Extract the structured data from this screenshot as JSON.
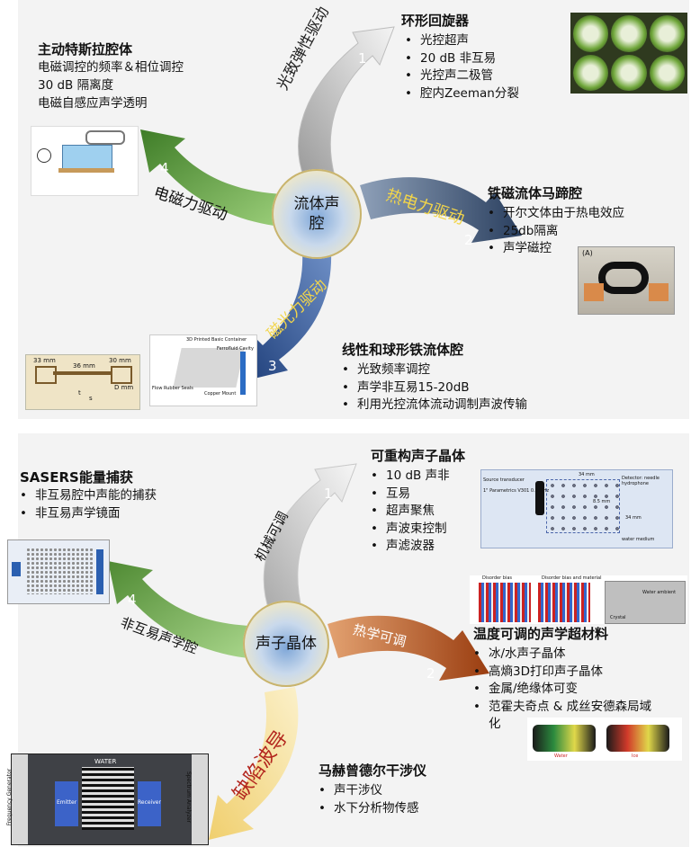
{
  "panel1": {
    "hub": "流体声腔",
    "arrows": {
      "a1": {
        "num": "1",
        "label": "光致弹性驱动"
      },
      "a2": {
        "num": "2",
        "label": "热电力驱动"
      },
      "a3": {
        "num": "3",
        "label": "磁光力驱动"
      },
      "a4": {
        "num": "4",
        "label": "电磁力驱动"
      }
    },
    "circulator": {
      "title": "环形回旋器",
      "items": [
        "光控超声",
        "20 dB 非互易",
        "光控声二极管",
        "腔内Zeeman分裂"
      ]
    },
    "ferro_horseshoe": {
      "title": "铁磁流体马蹄腔",
      "items": [
        "开尔文体由于热电效应",
        "25db隔离",
        "声学磁控"
      ]
    },
    "ferro_linear": {
      "title": "线性和球形铁流体腔",
      "items": [
        "光致频率调控",
        "声学非互易15-20dB",
        "利用光控流体流动调制声波传输"
      ]
    },
    "tesla": {
      "title": "主动特斯拉腔体",
      "lines": [
        "电磁调控的频率＆相位调控",
        "30 dB 隔离度",
        "电磁自感应声学透明"
      ]
    },
    "img_labels": {
      "tube_a": "33 mm",
      "tube_b": "36 mm",
      "tube_c": "30 mm",
      "tube_d": "D mm",
      "tube_e": "t",
      "tube_f": "s",
      "shoe_tag": "(A)",
      "cav_title": "3D Printed Basic Container",
      "cav_tag": "Ferrofluid Cavity",
      "cav_tag2": "Flow Rubber Seals",
      "cav_tag3": "Copper Mount"
    }
  },
  "panel2": {
    "hub": "声子晶体",
    "arrows": {
      "a1": {
        "num": "1",
        "label": "机械可调"
      },
      "a2": {
        "num": "2",
        "label": "热学可调"
      },
      "a3": {
        "label": "缺陷波导"
      },
      "a4": {
        "num": "4",
        "label": "非互易声学腔"
      }
    },
    "reconfig": {
      "title": "可重构声子晶体",
      "items": [
        "10 dB 声非",
        "互易",
        "超声聚焦",
        "声波束控制",
        "声滤波器"
      ]
    },
    "sasers": {
      "title": "SASERS能量捕获",
      "items": [
        "非互易腔中声能的捕获",
        "非互易声学镜面"
      ]
    },
    "thermal": {
      "title": "温度可调的声学超材料",
      "items": [
        "冰/水声子晶体",
        "高熵3D打印声子晶体",
        "金属/绝缘体可变",
        "范霍夫奇点 & 成丝安德森局域"
      ],
      "tail": "化"
    },
    "mz": {
      "title": "马赫曾德尔干涉仪",
      "items": [
        "声干涉仪",
        "水下分析物传感"
      ]
    },
    "img_labels": {
      "hyd1": "Source transducer",
      "hyd2": "1\" Parametrics V301 0.5 MHz",
      "hyd3": "Detector: needle hydrophone",
      "hyd4": "34 mm",
      "hyd5": "8.5 mm",
      "hyd6": "34 mm",
      "hyd7": "water medium",
      "sim1": "Disorder bias",
      "sim2": "Disorder bias and material",
      "sim3": "Water ambient",
      "sim4": "Crystal",
      "heat1": "Water",
      "heat2": "Ice",
      "exp1": "Frequency Generator",
      "exp2": "WATER",
      "exp3": "Emitter",
      "exp4": "Receiver",
      "exp5": "Spectrum Analyzer"
    }
  },
  "colors": {
    "gray_arrow": "#d9d9d9",
    "green_arrow": "#5f9a3a",
    "navy_arrow": "#2f4d7a",
    "orange_arrow": "#b7541b",
    "yellow_arrow": "#f3d98a"
  }
}
